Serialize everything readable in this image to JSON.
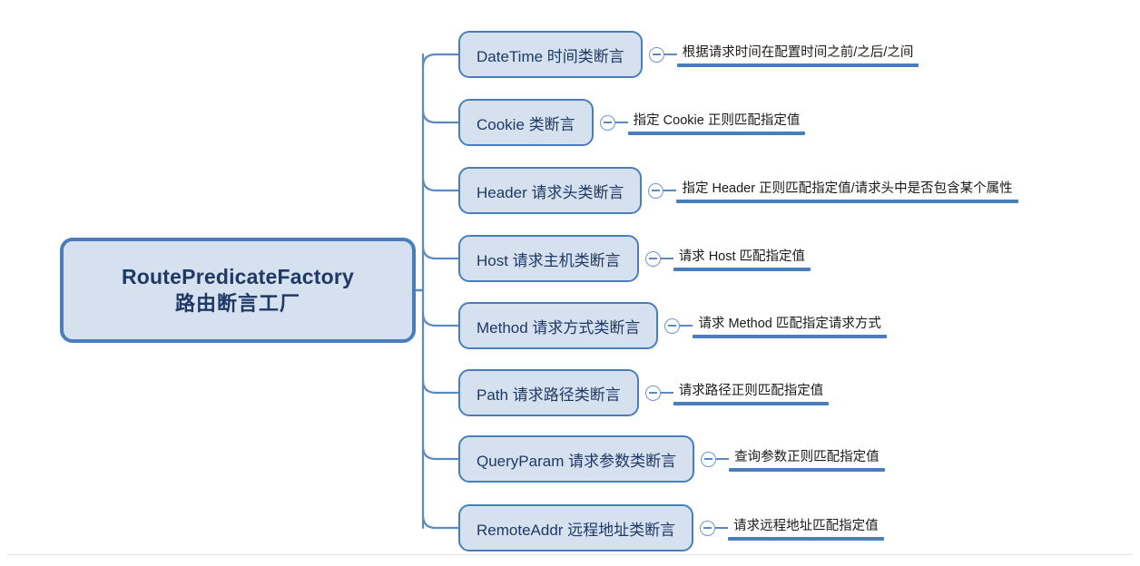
{
  "diagram": {
    "type": "mind-map",
    "root": {
      "title_line1": "RoutePredicateFactory",
      "title_line2": "路由断言工厂"
    },
    "colors": {
      "node_fill": "#d6e1f0",
      "node_border": "#4a7ebb",
      "node_text": "#1f3864",
      "connector": "#5b89c4",
      "leaf_underline": "#4a7ebb",
      "leaf_text": "#1a1a1a",
      "background": "#ffffff",
      "bottom_rule": "#e2e2e2"
    },
    "toggle_icon": "collapse-minus-circle-icon",
    "branches": [
      {
        "label": "DateTime 时间类断言",
        "leaf": "根据请求时间在配置时间之前/之后/之间"
      },
      {
        "label": "Cookie 类断言",
        "leaf": "指定 Cookie 正则匹配指定值"
      },
      {
        "label": "Header 请求头类断言",
        "leaf": "指定 Header 正则匹配指定值/请求头中是否包含某个属性"
      },
      {
        "label": "Host 请求主机类断言",
        "leaf": "请求 Host 匹配指定值"
      },
      {
        "label": "Method 请求方式类断言",
        "leaf": "请求 Method 匹配指定请求方式"
      },
      {
        "label": "Path 请求路径类断言",
        "leaf": "请求路径正则匹配指定值"
      },
      {
        "label": "QueryParam 请求参数类断言",
        "leaf": "查询参数正则匹配指定值"
      },
      {
        "label": "RemoteAddr 远程地址类断言",
        "leaf": "请求远程地址匹配指定值"
      }
    ]
  }
}
